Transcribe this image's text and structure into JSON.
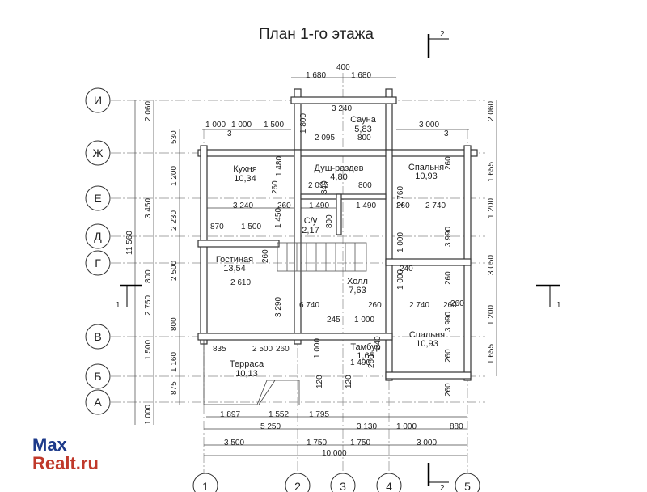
{
  "title": "План 1-го этажа",
  "watermark": {
    "line1": "Max",
    "line2": "Realt.ru"
  },
  "axes_rows": [
    "И",
    "Ж",
    "Е",
    "Д",
    "Г",
    "В",
    "Б",
    "А"
  ],
  "axes_cols": [
    "1",
    "2",
    "3",
    "4",
    "5"
  ],
  "section_marks": {
    "top": "2",
    "bottom": "2",
    "left": "1",
    "right": "1"
  },
  "rooms": [
    {
      "name": "Сауна",
      "area": "5,83"
    },
    {
      "name": "Кухня",
      "area": "10,34"
    },
    {
      "name": "Душ-раздев",
      "area": "4,80"
    },
    {
      "name": "Спальня",
      "area": "10,93"
    },
    {
      "name": "С/у",
      "area": "2,17"
    },
    {
      "name": "Гостиная",
      "area": "13,54"
    },
    {
      "name": "Холл",
      "area": "7,63"
    },
    {
      "name": "Спальня",
      "area": "10,93"
    },
    {
      "name": "Тамбур",
      "area": "1,65"
    },
    {
      "name": "Терраса",
      "area": "10,13"
    }
  ],
  "dims": [
    "400",
    "1 680",
    "1 680",
    "3 240",
    "1 000",
    "1 000",
    "1 500",
    "1 800",
    "3 000",
    "2 095",
    "800",
    "1 480",
    "2 095",
    "800",
    "2 760",
    "260",
    "3 240",
    "260",
    "1 490",
    "340",
    "1 490",
    "260",
    "2 740",
    "870",
    "1 500",
    "1 450",
    "800",
    "260",
    "1 000",
    "240",
    "1 000",
    "2 610",
    "3 290",
    "6 740",
    "260",
    "2 740",
    "260",
    "245",
    "1 000",
    "835",
    "2 500",
    "260",
    "1 000",
    "240",
    "1 490",
    "260",
    "1 897",
    "1 552",
    "1 795",
    "5 250",
    "3 130",
    "1 000",
    "880",
    "3 500",
    "1 750",
    "1 750",
    "3 000",
    "10 000",
    "3",
    "3",
    "2 060",
    "3 450",
    "11 560",
    "2 750",
    "1 500",
    "1 000",
    "530",
    "1 200",
    "2 230",
    "800",
    "2 500",
    "800",
    "1 160",
    "875",
    "2 060",
    "1 655",
    "1 200",
    "3 050",
    "1 200",
    "1 655",
    "3 990",
    "3 990",
    "260",
    "260",
    "260",
    "260",
    "260",
    "120",
    "120"
  ]
}
